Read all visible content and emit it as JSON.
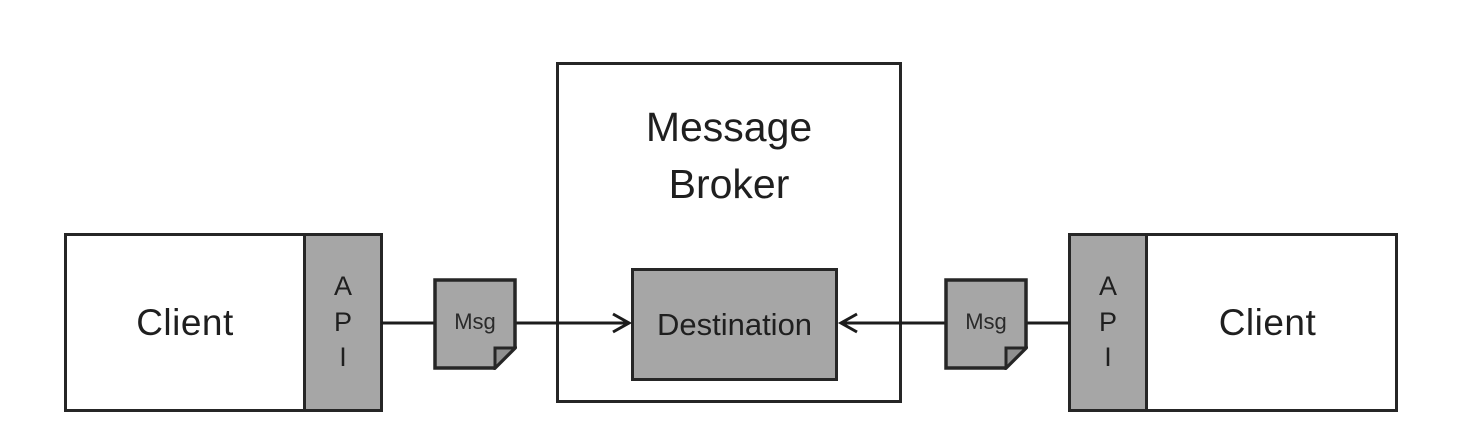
{
  "diagram": {
    "broker": {
      "title": "Message\nBroker"
    },
    "destination": {
      "label": "Destination"
    },
    "client_left": {
      "label": "Client",
      "api_label": "A\nP\nI"
    },
    "client_right": {
      "label": "Client",
      "api_label": "A\nP\nI"
    },
    "message_left": {
      "label": "Msg"
    },
    "message_right": {
      "label": "Msg"
    },
    "colors": {
      "background": "#ffffff",
      "box_fill_gray": "#a6a6a6",
      "fold_gray": "#8f8f8f",
      "border": "#262626",
      "line": "#1c1c1c",
      "text": "#1f1f1f"
    }
  }
}
